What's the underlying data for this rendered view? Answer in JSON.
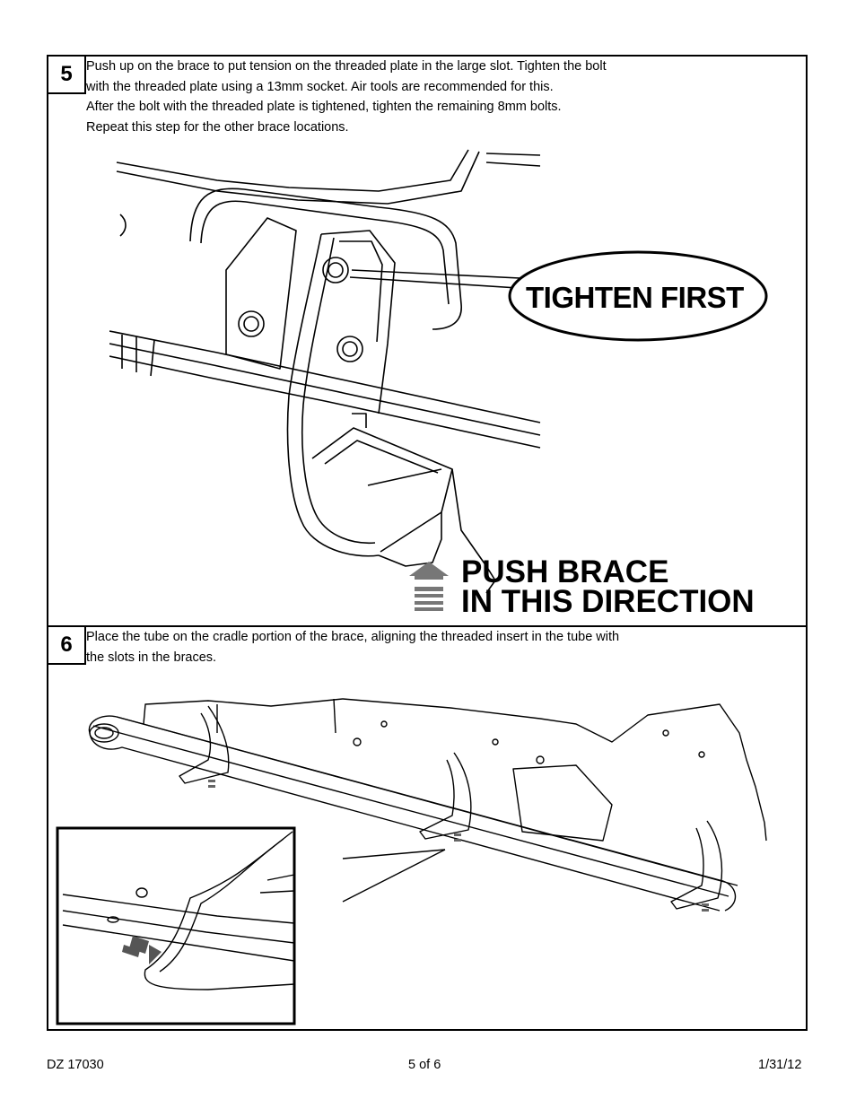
{
  "step5": {
    "number": "5",
    "lines": [
      "Push up on the brace to put tension on the threaded plate in the large slot.  Tighten the bolt",
      "with the threaded plate using a 13mm socket.  Air tools are recommended for this.",
      "After the bolt with the threaded plate is tightened, tighten the remaining 8mm bolts.",
      "Repeat this step for the other brace locations."
    ],
    "callout": "TIGHTEN FIRST",
    "push_line1": "PUSH BRACE",
    "push_line2": "IN THIS DIRECTION"
  },
  "step6": {
    "number": "6",
    "lines": [
      "Place the tube on the cradle portion of the brace, aligning the threaded insert in the tube with",
      "the slots in the braces."
    ]
  },
  "footer": {
    "left": "DZ 17030",
    "center": "5 of 6",
    "right": "1/31/12"
  }
}
